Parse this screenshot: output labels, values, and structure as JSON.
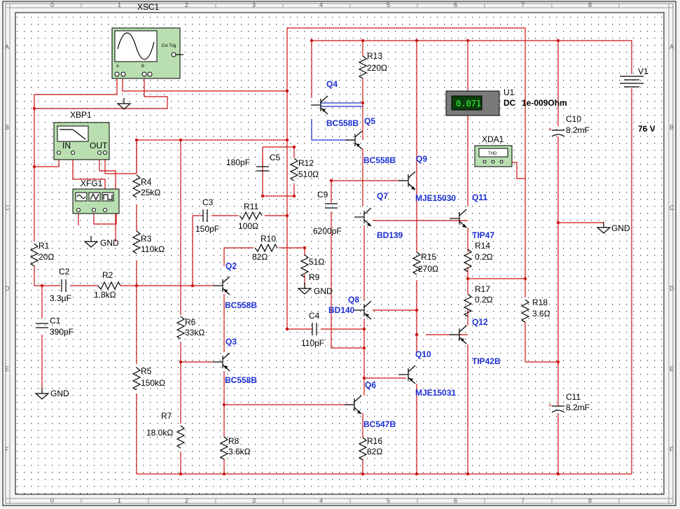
{
  "instruments": {
    "oscilloscope": {
      "name": "XSC1",
      "ext_trig": "Ext Trig",
      "ch_a": "A",
      "ch_b": "B"
    },
    "bode_plotter": {
      "name": "XBP1",
      "in": "IN",
      "out": "OUT"
    },
    "function_generator": {
      "name": "XFG1"
    },
    "distortion_analyzer": {
      "name": "XDA1",
      "screen": "THD"
    },
    "multimeter": {
      "name": "U1",
      "reading": "0.071",
      "mode": "DC",
      "resistance": "1e-009Ohm"
    }
  },
  "supply": {
    "name": "V1",
    "value": "76 V"
  },
  "ground_label": "GND",
  "resistors": [
    {
      "name": "R1",
      "value": "20Ω"
    },
    {
      "name": "R2",
      "value": "1.8kΩ"
    },
    {
      "name": "R3",
      "value": "110kΩ"
    },
    {
      "name": "R4",
      "value": "25kΩ"
    },
    {
      "name": "R5",
      "value": "150kΩ"
    },
    {
      "name": "R6",
      "value": "33kΩ"
    },
    {
      "name": "R7",
      "value": "18.0kΩ"
    },
    {
      "name": "R8",
      "value": "3.6kΩ"
    },
    {
      "name": "R9",
      "value": "51Ω"
    },
    {
      "name": "R10",
      "value": "82Ω"
    },
    {
      "name": "R11",
      "value": "100Ω"
    },
    {
      "name": "R12",
      "value": "510Ω"
    },
    {
      "name": "R13",
      "value": "220Ω"
    },
    {
      "name": "R14",
      "value": "0.2Ω"
    },
    {
      "name": "R15",
      "value": "270Ω"
    },
    {
      "name": "R16",
      "value": "82Ω"
    },
    {
      "name": "R17",
      "value": "0.2Ω"
    },
    {
      "name": "R18",
      "value": "3.6Ω"
    }
  ],
  "capacitors": [
    {
      "name": "C1",
      "value": "390pF"
    },
    {
      "name": "C2",
      "value": "3.3µF"
    },
    {
      "name": "C3",
      "value": "150pF"
    },
    {
      "name": "C4",
      "value": "110pF"
    },
    {
      "name": "C5",
      "value": "180pF"
    },
    {
      "name": "C9",
      "value": "6200pF"
    },
    {
      "name": "C10",
      "value": "8.2mF"
    },
    {
      "name": "C11",
      "value": "8.2mF"
    }
  ],
  "transistors": [
    {
      "name": "Q2",
      "part": "BC558B"
    },
    {
      "name": "Q3",
      "part": "BC558B"
    },
    {
      "name": "Q4",
      "part": "BC558B"
    },
    {
      "name": "Q5",
      "part": "BC558B"
    },
    {
      "name": "Q6",
      "part": "BC547B"
    },
    {
      "name": "Q7",
      "part": "BD139"
    },
    {
      "name": "Q8",
      "part": "BD140"
    },
    {
      "name": "Q9",
      "part": "MJE15030"
    },
    {
      "name": "Q10",
      "part": "MJE15031"
    },
    {
      "name": "Q11",
      "part": "TIP47"
    },
    {
      "name": "Q12",
      "part": "TIP42B"
    }
  ],
  "ruler": {
    "columns": [
      "0",
      "1",
      "2",
      "3",
      "4",
      "5",
      "6",
      "7",
      "8"
    ],
    "rows": [
      "A",
      "B",
      "C",
      "D",
      "E",
      "F"
    ]
  }
}
